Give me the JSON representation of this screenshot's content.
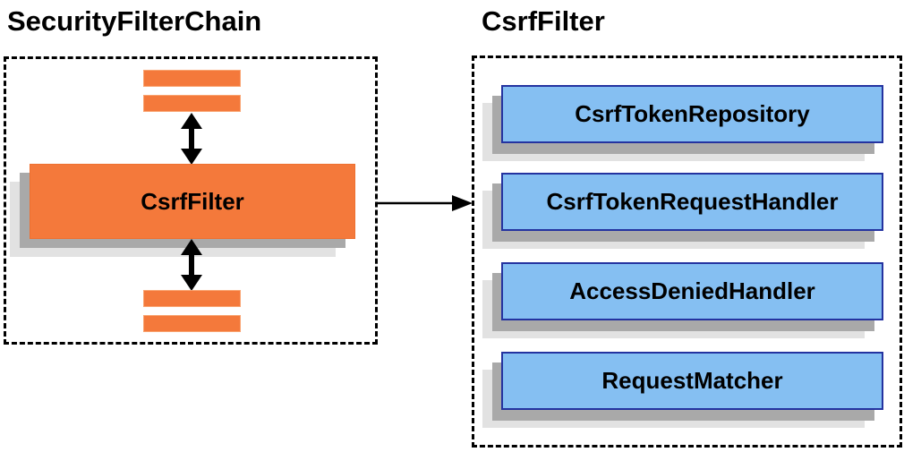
{
  "colors": {
    "orange": "#F4793B",
    "blue_fill": "#85BFF2",
    "blue_border": "#2433A0",
    "shadow_dark": "#A9A9A9",
    "shadow_light": "#E2E2E2",
    "arrow": "#000000"
  },
  "left_panel": {
    "title": "SecurityFilterChain",
    "filter_box_label": "CsrfFilter"
  },
  "right_panel": {
    "title": "CsrfFilter",
    "components": [
      {
        "label": "CsrfTokenRepository"
      },
      {
        "label": "CsrfTokenRequestHandler"
      },
      {
        "label": "AccessDeniedHandler"
      },
      {
        "label": "RequestMatcher"
      }
    ]
  }
}
